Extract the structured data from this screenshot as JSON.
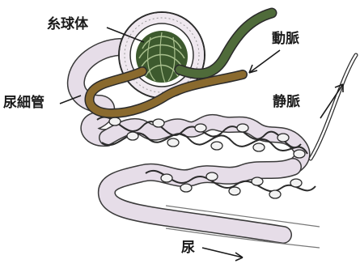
{
  "labels": {
    "glomerulus": "糸球体",
    "artery": "動脈",
    "tubule": "尿細管",
    "vein": "静脈",
    "urine": "尿"
  },
  "colors": {
    "tubule_fill": "#e6dde8",
    "tubule_stroke": "#3a3a3a",
    "artery": "#4f6b3a",
    "vein": "#8a6a2e",
    "capsule": "#efe8ef",
    "glomerulus_core": "#3d5a2e",
    "capillary_bead": "#f2f2f2"
  }
}
